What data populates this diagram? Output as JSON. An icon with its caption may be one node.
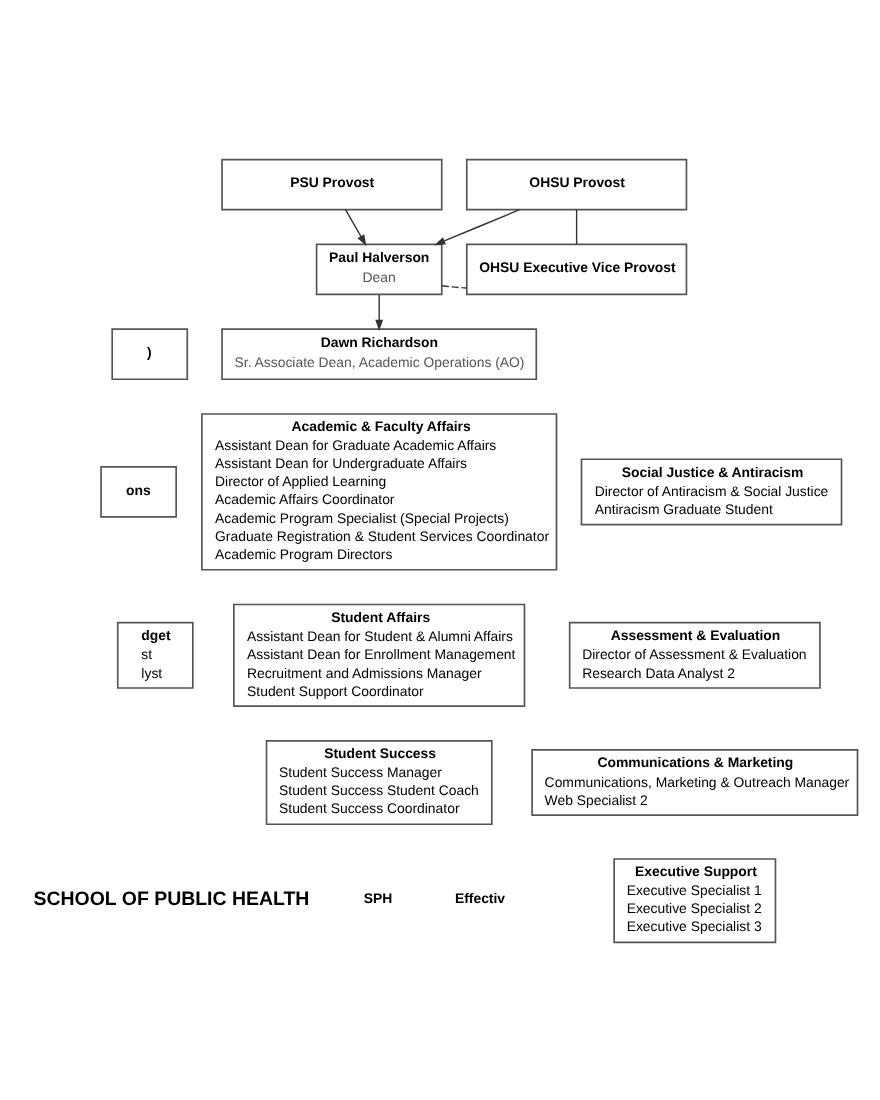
{
  "diagram": {
    "nodes": [
      {
        "text": [
          "PSU Provost"
        ]
      },
      {
        "text": [
          "OHSU Provost"
        ]
      },
      {
        "text": [
          "Paul Halverson",
          "Dean"
        ]
      },
      {
        "text": [
          "OHSU Executive Vice Provost"
        ]
      },
      {
        "text": [
          ")"
        ]
      },
      {
        "text": [
          "Dawn Richardson",
          "Sr. Associate Dean, Academic Operations (AO)"
        ]
      },
      {
        "text": [
          "ons"
        ]
      },
      {
        "text": [
          "dget",
          "st",
          "lyst"
        ]
      },
      {
        "text": [
          "Academic & Faculty Affairs",
          "Assistant Dean for Graduate Academic Affairs",
          "Assistant Dean for Undergraduate Affairs",
          "Director of Applied Learning",
          "Academic Affairs Coordinator",
          "Academic Program Specialist (Special Projects)",
          "Graduate Registration & Student Services Coordinator",
          "Academic Program Directors"
        ]
      },
      {
        "text": [
          "Student Affairs",
          "Assistant Dean for Student & Alumni Affairs",
          "Assistant Dean for Enrollment Management",
          "Recruitment and Admissions Manager",
          "Student Support Coordinator"
        ]
      },
      {
        "text": [
          "Student Success",
          "Student Success Manager",
          "Student Success Student Coach",
          "Student Success Coordinator"
        ]
      },
      {
        "text": [
          "Social Justice & Antiracism",
          "Director of Antiracism & Social Justice",
          "Antiracism Graduate Student"
        ]
      },
      {
        "text": [
          "Assessment & Evaluation",
          "Director of Assessment & Evaluation",
          "Research Data Analyst 2"
        ]
      },
      {
        "text": [
          "Communications & Marketing",
          "Communications, Marketing & Outreach Manager",
          "Web Specialist 2"
        ]
      },
      {
        "text": [
          "Executive Support",
          "Executive Specialist 1",
          "Executive Specialist 2",
          "Executive Specialist 3"
        ]
      }
    ],
    "edges": [
      {
        "from": 0,
        "to": 2,
        "arrow": "to"
      },
      {
        "from": 1,
        "to": 2,
        "arrow": "to"
      },
      {
        "from": 1,
        "to": 3,
        "arrow": "none"
      },
      {
        "from": 2,
        "to": 3,
        "arrow": "none",
        "style": "dashed"
      },
      {
        "from": 2,
        "to": 5,
        "arrow": "to"
      }
    ],
    "labels": [
      "SCHOOL OF PUBLIC HEALTH",
      "SPH",
      "Effectiv"
    ]
  }
}
